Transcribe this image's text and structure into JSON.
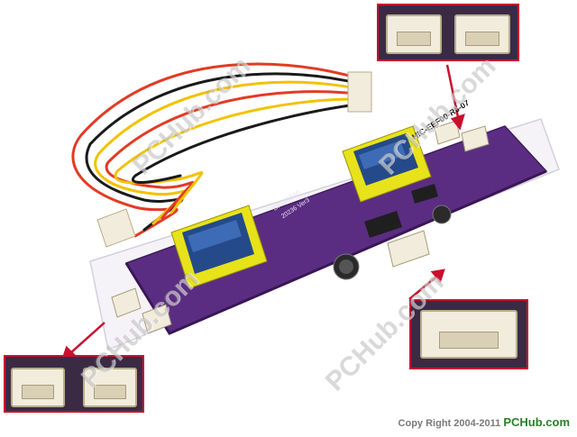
{
  "watermark": "PCHub.com",
  "board": {
    "part_number": "SF-04840",
    "revision": "20236 Ver3",
    "transformer_label": "HIC-EEF00-R6-07"
  },
  "footer": {
    "copyright_prefix": "Copy Right 2004-2011",
    "brand": "PCHub.com"
  },
  "colors": {
    "board": "#5b2d82",
    "transformer_core": "#e8e21a",
    "transformer_window": "#244a8a",
    "inset_border": "#c8102e",
    "connector": "#f1ecdc",
    "brand_green": "#2a7f2a"
  }
}
